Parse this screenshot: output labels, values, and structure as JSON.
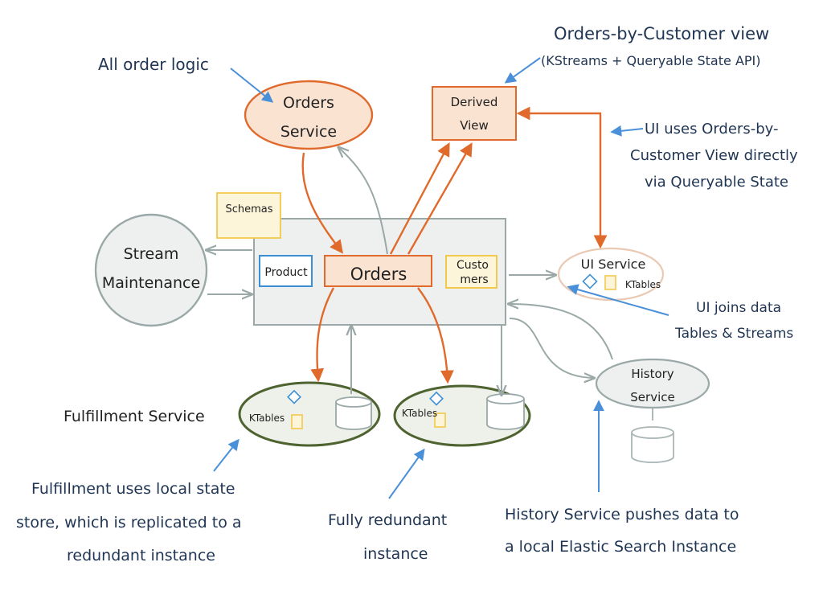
{
  "colors": {
    "orange_stroke": "#e06a2c",
    "orange_fill": "#fbe3d2",
    "blue_stroke": "#3b8fd6",
    "yellow_stroke": "#f2c94c",
    "yellow_fill": "#fdf5da",
    "gray_stroke": "#9aa8a8",
    "gray_fill": "#eef0ef",
    "green_stroke": "#4e6330",
    "green_fill": "#eef1ea",
    "annotation_text": "#1f3553",
    "arrow_blue": "#4a90d9"
  },
  "annotations": {
    "all_order_logic": "All order logic",
    "obc_view_title": "Orders-by-Customer view",
    "obc_view_sub": "(KStreams + Queryable State API)",
    "ui_uses_1": "UI uses Orders-by-",
    "ui_uses_2": "Customer View directly",
    "ui_uses_3": "via Queryable State",
    "ui_joins_1": "UI joins data",
    "ui_joins_2": "Tables & Streams",
    "fulfillment_uses_1": "Fulfillment uses local state",
    "fulfillment_uses_2": "store, which is replicated to a",
    "fulfillment_uses_3": "redundant instance",
    "fully_redundant_1": "Fully redundant",
    "fully_redundant_2": "instance",
    "history_pushes_1": "History Service pushes data to",
    "history_pushes_2": "a local Elastic Search Instance"
  },
  "nodes": {
    "orders_service_1": "Orders",
    "orders_service_2": "Service",
    "derived_view_1": "Derived",
    "derived_view_2": "View",
    "schemas": "Schemas",
    "stream_maintenance_1": "Stream",
    "stream_maintenance_2": "Maintenance",
    "product": "Product",
    "orders_topic": "Orders",
    "customers_1": "Custo",
    "customers_2": "mers",
    "ui_service": "UI Service",
    "ui_ktables": "KTables",
    "fulfillment_label": "Fulfillment Service",
    "fulfillment_ktables": "KTables",
    "redundant_ktables": "KTables",
    "history_service_1": "History",
    "history_service_2": "Service"
  }
}
